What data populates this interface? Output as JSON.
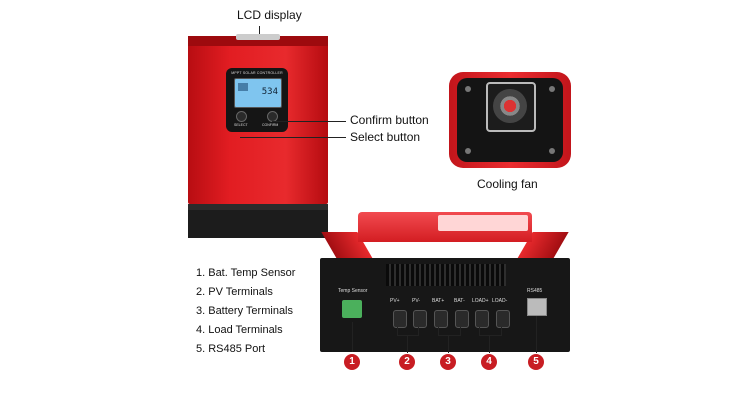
{
  "labels": {
    "lcd_display": "LCD display",
    "confirm_button": "Confirm button",
    "select_button": "Select button",
    "cooling_fan": "Cooling fan"
  },
  "panel": {
    "title": "MPPT SOLAR CONTROLLER",
    "lcd_value": "534",
    "select_label": "SELECT",
    "confirm_label": "CONFIRM"
  },
  "bottom_panel": {
    "temp_sensor": "Temp Sensor",
    "ports": [
      "PV+",
      "PV-",
      "BAT+",
      "BAT-",
      "LOAD+",
      "LOAD-"
    ],
    "rs485": "RS485"
  },
  "legend": [
    "1. Bat. Temp Sensor",
    "2. PV Terminals",
    "3. Battery Terminals",
    "4. Load Terminals",
    "5. RS485 Port"
  ],
  "markers": [
    "1",
    "2",
    "3",
    "4",
    "5"
  ],
  "colors": {
    "body_red": "#e21d22",
    "marker_red": "#c81d23",
    "lcd_blue": "#7fc5ef"
  }
}
